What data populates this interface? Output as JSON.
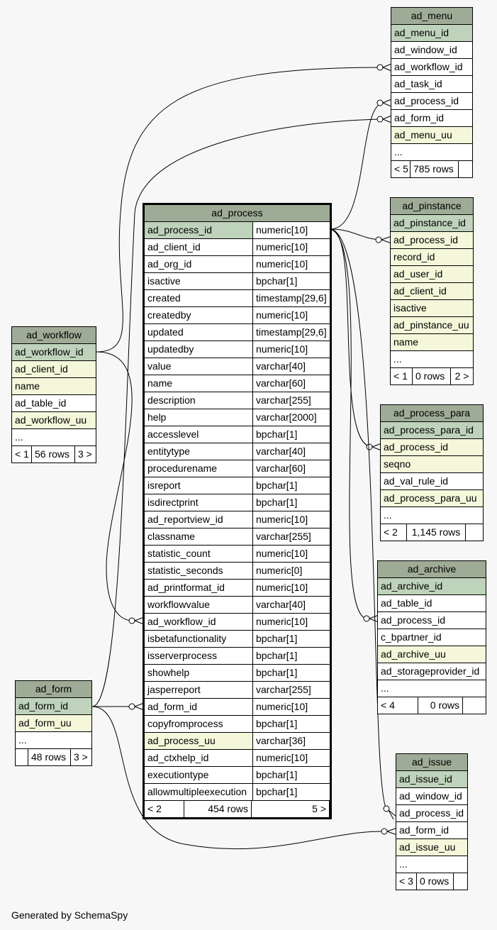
{
  "footer": {
    "generated": "Generated by SchemaSpy"
  },
  "tables": {
    "ad_menu": {
      "name": "ad_menu",
      "columns": [
        "ad_menu_id",
        "ad_window_id",
        "ad_workflow_id",
        "ad_task_id",
        "ad_process_id",
        "ad_form_id",
        "ad_menu_uu",
        "..."
      ],
      "footer": [
        "< 5",
        "785 rows",
        ""
      ]
    },
    "ad_pinstance": {
      "name": "ad_pinstance",
      "columns": [
        "ad_pinstance_id",
        "ad_process_id",
        "record_id",
        "ad_user_id",
        "ad_client_id",
        "isactive",
        "ad_pinstance_uu",
        "name",
        "..."
      ],
      "footer": [
        "< 1",
        "0 rows",
        "2 >"
      ]
    },
    "ad_process_para": {
      "name": "ad_process_para",
      "columns": [
        "ad_process_para_id",
        "ad_process_id",
        "seqno",
        "ad_val_rule_id",
        "ad_process_para_uu",
        "..."
      ],
      "footer": [
        "< 2",
        "1,145 rows",
        ""
      ]
    },
    "ad_archive": {
      "name": "ad_archive",
      "columns": [
        "ad_archive_id",
        "ad_table_id",
        "ad_process_id",
        "c_bpartner_id",
        "ad_archive_uu",
        "ad_storageprovider_id",
        "..."
      ],
      "footer": [
        "< 4",
        "0 rows",
        ""
      ]
    },
    "ad_issue": {
      "name": "ad_issue",
      "columns": [
        "ad_issue_id",
        "ad_window_id",
        "ad_process_id",
        "ad_form_id",
        "ad_issue_uu",
        "..."
      ],
      "footer": [
        "< 3",
        "0 rows",
        ""
      ]
    },
    "ad_workflow": {
      "name": "ad_workflow",
      "columns": [
        "ad_workflow_id",
        "ad_client_id",
        "name",
        "ad_table_id",
        "ad_workflow_uu",
        "..."
      ],
      "footer": [
        "< 1",
        "56 rows",
        "3 >"
      ]
    },
    "ad_form": {
      "name": "ad_form",
      "columns": [
        "ad_form_id",
        "ad_form_uu",
        "..."
      ],
      "footer": [
        "",
        "48 rows",
        "3 >"
      ]
    },
    "ad_process": {
      "name": "ad_process",
      "columns": [
        [
          "ad_process_id",
          "numeric[10]"
        ],
        [
          "ad_client_id",
          "numeric[10]"
        ],
        [
          "ad_org_id",
          "numeric[10]"
        ],
        [
          "isactive",
          "bpchar[1]"
        ],
        [
          "created",
          "timestamp[29,6]"
        ],
        [
          "createdby",
          "numeric[10]"
        ],
        [
          "updated",
          "timestamp[29,6]"
        ],
        [
          "updatedby",
          "numeric[10]"
        ],
        [
          "value",
          "varchar[40]"
        ],
        [
          "name",
          "varchar[60]"
        ],
        [
          "description",
          "varchar[255]"
        ],
        [
          "help",
          "varchar[2000]"
        ],
        [
          "accesslevel",
          "bpchar[1]"
        ],
        [
          "entitytype",
          "varchar[40]"
        ],
        [
          "procedurename",
          "varchar[60]"
        ],
        [
          "isreport",
          "bpchar[1]"
        ],
        [
          "isdirectprint",
          "bpchar[1]"
        ],
        [
          "ad_reportview_id",
          "numeric[10]"
        ],
        [
          "classname",
          "varchar[255]"
        ],
        [
          "statistic_count",
          "numeric[10]"
        ],
        [
          "statistic_seconds",
          "numeric[0]"
        ],
        [
          "ad_printformat_id",
          "numeric[10]"
        ],
        [
          "workflowvalue",
          "varchar[40]"
        ],
        [
          "ad_workflow_id",
          "numeric[10]"
        ],
        [
          "isbetafunctionality",
          "bpchar[1]"
        ],
        [
          "isserverprocess",
          "bpchar[1]"
        ],
        [
          "showhelp",
          "bpchar[1]"
        ],
        [
          "jasperreport",
          "varchar[255]"
        ],
        [
          "ad_form_id",
          "numeric[10]"
        ],
        [
          "copyfromprocess",
          "bpchar[1]"
        ],
        [
          "ad_process_uu",
          "varchar[36]"
        ],
        [
          "ad_ctxhelp_id",
          "numeric[10]"
        ],
        [
          "executiontype",
          "bpchar[1]"
        ],
        [
          "allowmultipleexecution",
          "bpchar[1]"
        ]
      ],
      "footer": [
        "< 2",
        "454 rows",
        "5 >"
      ]
    }
  },
  "colors": {
    "header": "#9eab96",
    "primary_key": "#bfd2bb",
    "indexed": "#f4f7da",
    "background": "#f7f7f7"
  }
}
